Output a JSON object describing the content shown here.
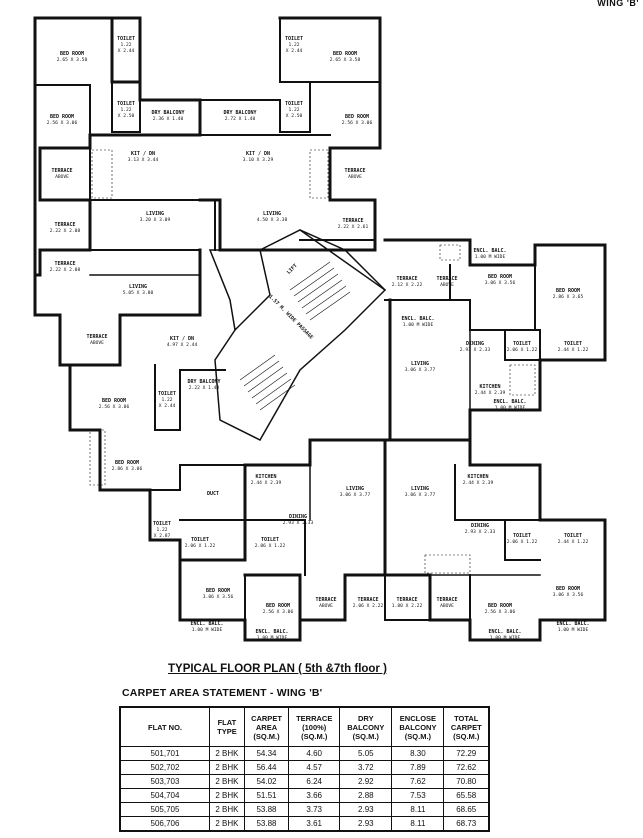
{
  "wing_label": "WING 'B'",
  "plan_title": "TYPICAL FLOOR PLAN",
  "plan_subtitle": "( 5th &7th floor )",
  "statement_title": "CARPET AREA STATEMENT - WING 'B'",
  "table": {
    "headers": [
      {
        "l1": "FLAT NO.",
        "l2": "",
        "l3": ""
      },
      {
        "l1": "FLAT",
        "l2": "TYPE",
        "l3": ""
      },
      {
        "l1": "CARPET",
        "l2": "AREA",
        "l3": "(SQ.M.)"
      },
      {
        "l1": "TERRACE",
        "l2": "(100%)",
        "l3": "(SQ.M.)"
      },
      {
        "l1": "DRY",
        "l2": "BALCONY",
        "l3": "(SQ.M.)"
      },
      {
        "l1": "ENCLOSE",
        "l2": "BALCONY",
        "l3": "(SQ.M.)"
      },
      {
        "l1": "TOTAL",
        "l2": "CARPET",
        "l3": "(SQ.M.)"
      }
    ],
    "rows": [
      [
        "501,701",
        "2 BHK",
        "54.34",
        "4.60",
        "5.05",
        "8.30",
        "72.29"
      ],
      [
        "502,702",
        "2 BHK",
        "56.44",
        "4.57",
        "3.72",
        "7.89",
        "72.62"
      ],
      [
        "503,703",
        "2 BHK",
        "54.02",
        "6.24",
        "2.92",
        "7.62",
        "70.80"
      ],
      [
        "504,704",
        "2 BHK",
        "51.51",
        "3.66",
        "2.88",
        "7.53",
        "65.58"
      ],
      [
        "505,705",
        "2 BHK",
        "53.88",
        "3.73",
        "2.93",
        "8.11",
        "68.65"
      ],
      [
        "506,706",
        "2 BHK",
        "53.88",
        "3.61",
        "2.93",
        "8.11",
        "68.73"
      ]
    ]
  },
  "rooms": {
    "bed_tl": [
      "BED ROOM",
      "2.65 X 3.58"
    ],
    "bed_tr": [
      "BED ROOM",
      "2.65 X 3.58"
    ],
    "toilet_tl": [
      "TOILET",
      "1.22",
      "X 2.44"
    ],
    "toilet_tr": [
      "TOILET",
      "1.22",
      "X 2.44"
    ],
    "toilet_tl2": [
      "TOILET",
      "1.22",
      "X 2.50"
    ],
    "toilet_tr2": [
      "TOILET",
      "1.22",
      "X 2.50"
    ],
    "dry_bal_l": [
      "DRY BALCONY",
      "2.36 X 1.40"
    ],
    "dry_bal_r": [
      "DRY BALCONY",
      "2.72 X 1.40"
    ],
    "bed_l2": [
      "BED ROOM",
      "2.56 X 3.06"
    ],
    "bed_r2": [
      "BED ROOM",
      "2.56 X 3.06"
    ],
    "kit_l": [
      "KIT / DN",
      "3.13 X 3.44"
    ],
    "kit_r": [
      "KIT / DN",
      "3.10 X 3.29"
    ],
    "terrace_l1": [
      "TERRACE",
      "ABOVE"
    ],
    "terrace_r1": [
      "TERRACE",
      "ABOVE"
    ],
    "terrace_l2": [
      "TERRACE",
      "2.22 X 2.08"
    ],
    "terrace_r2": [
      "TERRACE",
      "2.22 X 2.61"
    ],
    "living_l": [
      "LIVING",
      "3.20 X 3.09"
    ],
    "living_r": [
      "LIVING",
      "4.50 X 3.38"
    ],
    "terrace_l3": [
      "TERRACE",
      "2.22 X 2.08"
    ],
    "living_ml": [
      "LIVING",
      "5.05 X 3.80"
    ],
    "lift": [
      "LIFT"
    ],
    "passage": [
      "1.57 M. WIDE PASSAGE"
    ],
    "terrace_ml": [
      "TERRACE",
      "ABOVE"
    ],
    "kit_ml": [
      "KIT / DN",
      "4.97 X 2.44"
    ],
    "dry_bal_ml": [
      "DRY BALCONY",
      "2.22 X 1.40"
    ],
    "toilet_ml": [
      "TOILET",
      "1.22",
      "X 2.44"
    ],
    "bed_ml": [
      "BED ROOM",
      "2.56 X 3.06"
    ],
    "bed_ml2": [
      "BED ROOM",
      "2.86 X 3.06"
    ],
    "duct": [
      "DUCT"
    ],
    "toilet_ml2": [
      "TOILET",
      "1.22",
      "X 2.87"
    ],
    "encl_bal_r1": [
      "ENCL. BALC.",
      "1.00 M WIDE"
    ],
    "encl_bal_r2": [
      "ENCL. BALC.",
      "1.00 M WIDE"
    ],
    "terrace_r3": [
      "TERRACE",
      "2.12 X 2.22"
    ],
    "terrace_r4": [
      "TERRACE",
      "ABOVE"
    ],
    "bed_r3": [
      "BED ROOM",
      "3.06 X 3.56"
    ],
    "bed_r4": [
      "BED ROOM",
      "2.86 X 3.65"
    ],
    "encl_bal_r3": [
      "ENCL. BALC.",
      "1.00 M WIDE"
    ],
    "living_r3": [
      "LIVING",
      "3.06 X 3.77"
    ],
    "dining_r": [
      "DINING",
      "2.93 X 2.33"
    ],
    "toilet_r3": [
      "TOILET",
      "2.06 X 1.22"
    ],
    "toilet_r4": [
      "TOILET",
      "2.44 X 1.22"
    ],
    "kitchen_r": [
      "KITCHEN",
      "2.44 X 2.39"
    ],
    "kitchen_b1": [
      "KITCHEN",
      "2.44 X 2.39"
    ],
    "living_b1": [
      "LIVING",
      "3.06 X 3.77"
    ],
    "dining_b1": [
      "DINING",
      "2.93 X 2.33"
    ],
    "toilet_b1": [
      "TOILET",
      "2.06 X 1.22"
    ],
    "toilet_b2": [
      "TOILET",
      "2.06 X 1.22"
    ],
    "kitchen_b2": [
      "KITCHEN",
      "2.44 X 2.39"
    ],
    "living_b2": [
      "LIVING",
      "3.06 X 3.77"
    ],
    "dining_b2": [
      "DINING",
      "2.93 X 2.33"
    ],
    "toilet_b3": [
      "TOILET",
      "2.06 X 1.22"
    ],
    "toilet_b4": [
      "TOILET",
      "2.44 X 1.22"
    ],
    "bed_b1": [
      "BED ROOM",
      "3.06 X 3.56"
    ],
    "bed_b2": [
      "BED ROOM",
      "2.56 X 3.06"
    ],
    "encl_bal_b1": [
      "ENCL. BALC.",
      "1.00 M WIDE"
    ],
    "encl_bal_b2": [
      "ENCL. BALC.",
      "1.00 M WIDE"
    ],
    "terrace_b1": [
      "TERRACE",
      "ABOVE"
    ],
    "terrace_b2": [
      "TERRACE",
      "2.06 X 2.22"
    ],
    "terrace_b3": [
      "TERRACE",
      "1.80 X 2.22"
    ],
    "terrace_b4": [
      "TERRACE",
      "ABOVE"
    ],
    "bed_b3": [
      "BED ROOM",
      "2.56 X 3.06"
    ],
    "bed_b4": [
      "BED ROOM",
      "3.06 X 3.56"
    ],
    "encl_bal_b3": [
      "ENCL. BALC.",
      "1.00 M WIDE"
    ],
    "encl_bal_b4": [
      "ENCL. BALC.",
      "1.00 M WIDE"
    ]
  }
}
